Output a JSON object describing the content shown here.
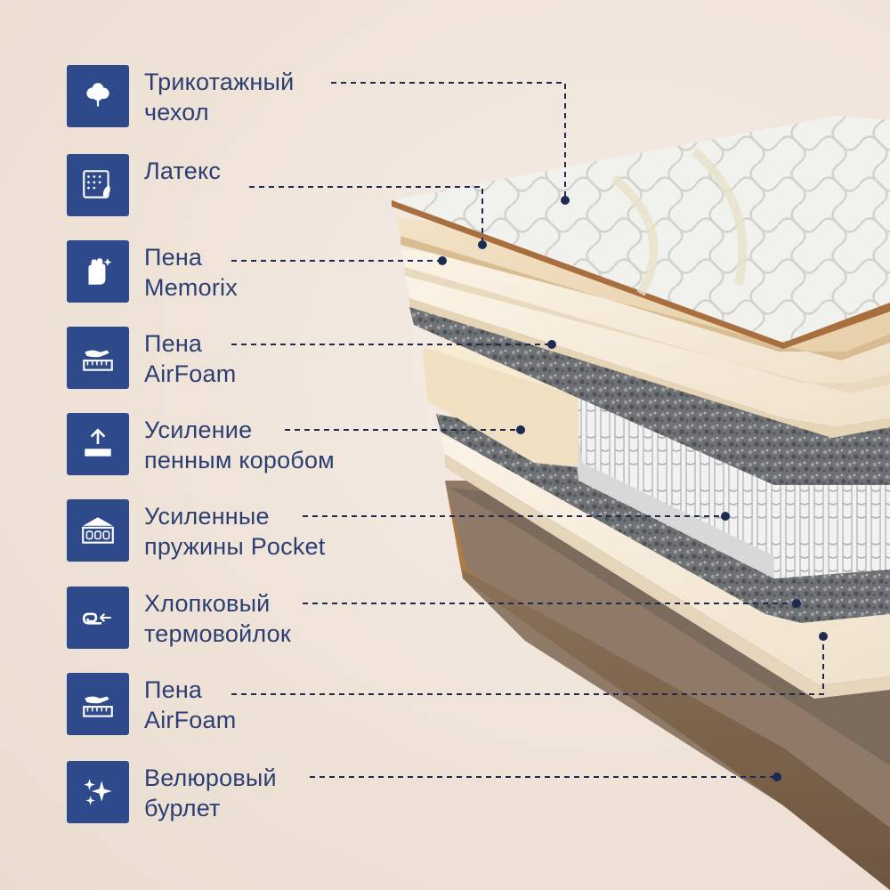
{
  "colors": {
    "icon_bg": "#2f4a8b",
    "label_text": "#2b3f73",
    "leader_line": "#1d2a52"
  },
  "layers": [
    {
      "icon": "cotton-icon",
      "lines": [
        "Трикотажный",
        "чехол"
      ]
    },
    {
      "icon": "latex-icon",
      "lines": [
        "Латекс"
      ]
    },
    {
      "icon": "memory-hand-icon",
      "lines": [
        "Пена",
        "Memorix"
      ]
    },
    {
      "icon": "foam-hand-icon",
      "lines": [
        "Пена",
        "AirFoam"
      ]
    },
    {
      "icon": "box-upload-icon",
      "lines": [
        "Усиление",
        "пенным коробом"
      ]
    },
    {
      "icon": "spring-block-icon",
      "lines": [
        "Усиленные",
        "пружины Pocket"
      ]
    },
    {
      "icon": "felt-roll-icon",
      "lines": [
        "Хлопковый",
        "термовойлок"
      ]
    },
    {
      "icon": "foam-hand-icon",
      "lines": [
        "Пена",
        "AirFoam"
      ]
    },
    {
      "icon": "sparkles-icon",
      "lines": [
        "Велюровый",
        "бурлет"
      ]
    }
  ]
}
